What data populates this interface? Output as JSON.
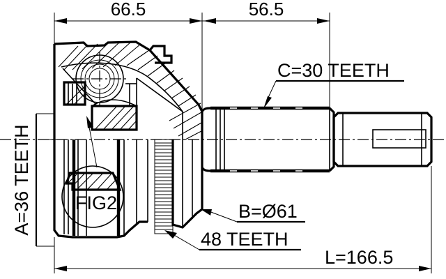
{
  "drawing": {
    "title": "CV Joint Outer Assembly Cross-Section",
    "background_color": "#ffffff",
    "line_color": "#000000"
  },
  "dimensions": {
    "top_left": {
      "label": "66.5",
      "name": "dimension-66-5"
    },
    "top_right": {
      "label": "56.5",
      "name": "dimension-56-5"
    },
    "overall_length": {
      "label": "L=166.5",
      "name": "dimension-overall-length"
    }
  },
  "annotations": {
    "spline_a": {
      "label": "A=36 TEETH",
      "name": "note-a-36-teeth",
      "orientation": "vertical"
    },
    "spline_c": {
      "label": "C=30 TEETH",
      "name": "note-c-30-teeth",
      "orientation": "horizontal"
    },
    "diameter_b": {
      "label": "B=Ø61",
      "name": "note-b-diameter-61",
      "orientation": "horizontal"
    },
    "abs_ring": {
      "label": "48 TEETH",
      "name": "note-48-teeth",
      "orientation": "horizontal"
    },
    "detail_callout": {
      "label": "FIG2",
      "name": "detail-callout-fig2"
    }
  }
}
